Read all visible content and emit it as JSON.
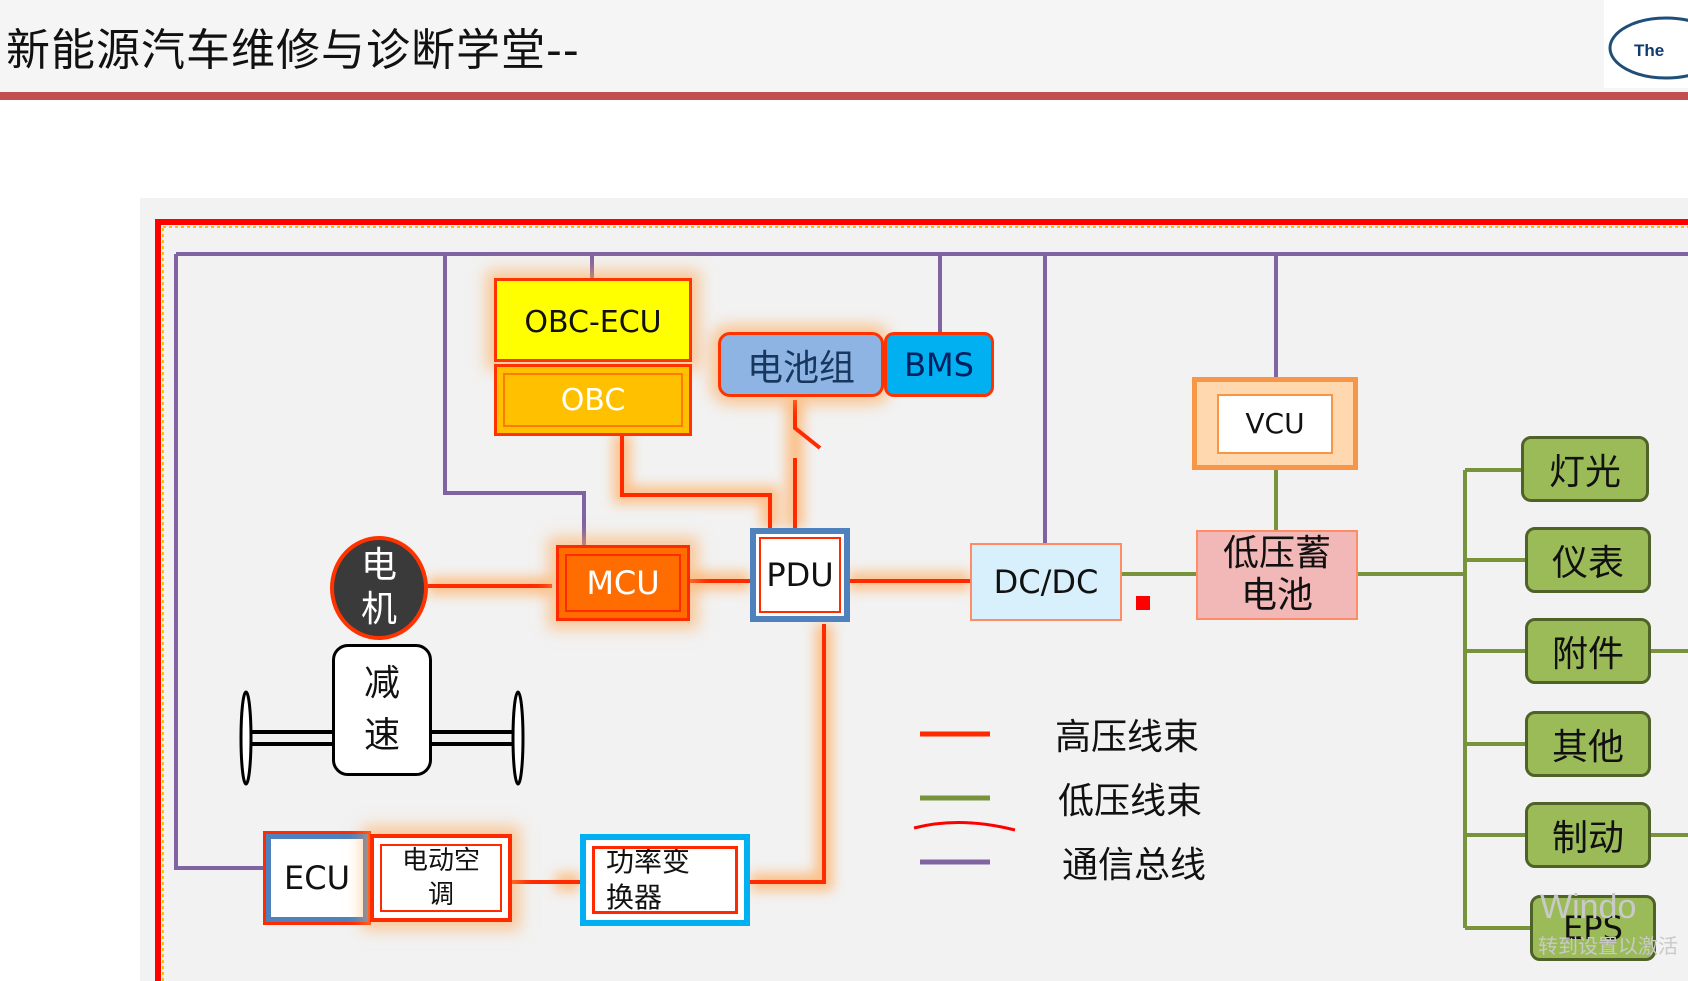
{
  "header": {
    "title": "新能源汽车维修与诊断学堂--",
    "logo_text": "The"
  },
  "components": {
    "obc_ecu": "OBC-ECU",
    "obc": "OBC",
    "battery_pack": "电池组",
    "bms": "BMS",
    "vcu": "VCU",
    "motor": "电机",
    "reducer": "减速",
    "mcu": "MCU",
    "pdu": "PDU",
    "dcdc": "DC/DC",
    "lv_battery": "低压蓄电池",
    "ecu": "ECU",
    "electric_ac": "电动空调",
    "power_converter": "功率变换器"
  },
  "loads": [
    "灯光",
    "仪表",
    "附件",
    "其他",
    "制动",
    "EPS"
  ],
  "legend": {
    "high_voltage": "高压线束",
    "low_voltage": "低压线束",
    "communication": "通信总线"
  },
  "colors": {
    "high_voltage": "#ff2a00",
    "low_voltage": "#77933c",
    "communication": "#8064a2",
    "frame": "#ff0000",
    "header_rule": "#c0504d",
    "load_fill": "#9bbb59",
    "load_border": "#4f6228"
  },
  "watermark": {
    "line1": "Windo",
    "line2": "转到设置以激活"
  }
}
